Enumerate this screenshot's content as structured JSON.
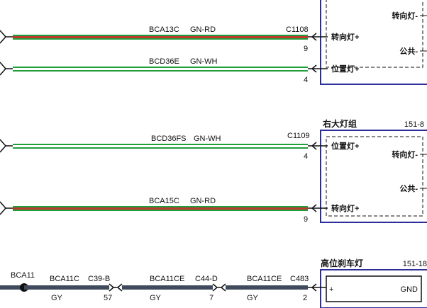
{
  "wires": [
    {
      "circuit": "BCA13C",
      "color_code": "GN-RD",
      "connector": "C1108",
      "pin": "9",
      "pin_label": "转向灯+",
      "stripe": "#c0392b"
    },
    {
      "circuit": "BCD36E",
      "color_code": "GN-WH",
      "connector": "",
      "pin": "4",
      "pin_label": "位置灯+",
      "stripe": "#ffffff"
    },
    {
      "circuit": "BCD36FS",
      "color_code": "GN-WH",
      "connector": "C1109",
      "pin": "4",
      "pin_label": "位置灯+",
      "stripe": "#ffffff"
    },
    {
      "circuit": "BCA15C",
      "color_code": "GN-RD",
      "connector": "",
      "pin": "9",
      "pin_label": "转向灯+",
      "stripe": "#c0392b"
    }
  ],
  "components": {
    "top": {
      "pins": [
        "转向灯-",
        "公共-"
      ]
    },
    "right": {
      "title": "右大灯组",
      "ref": "151-8",
      "pins": [
        "转向灯-",
        "公共-"
      ]
    },
    "brake": {
      "title": "高位刹车灯",
      "ref": "151-18",
      "plus": "+",
      "gnd": "GND"
    }
  },
  "bottom": {
    "splice": "BCA11",
    "segments": [
      {
        "circuit": "BCA11C",
        "color_code": "GY",
        "connector": "C39-B",
        "pin": "57"
      },
      {
        "circuit": "BCA11CE",
        "color_code": "GY",
        "connector": "C44-D",
        "pin": "7"
      },
      {
        "circuit": "BCA11CE",
        "color_code": "GY",
        "connector": "C483",
        "pin": "2"
      }
    ]
  },
  "colors": {
    "green": "#1f9d3a",
    "gray": "#3f4a5c",
    "box": "#2b2f9b"
  }
}
